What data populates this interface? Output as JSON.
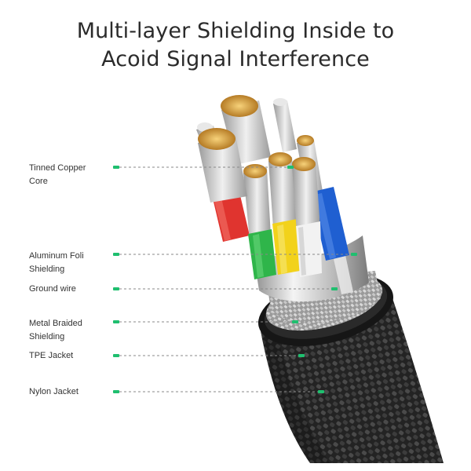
{
  "title": {
    "line1": "Multi-layer Shielding Inside to",
    "line2": "Acoid Signal Interference"
  },
  "labels": [
    {
      "id": "tinned-copper-core",
      "lines": [
        "Tinned Copper",
        "Core"
      ]
    },
    {
      "id": "aluminum-foil-shielding",
      "lines": [
        "Aluminum Foli",
        "Shielding"
      ]
    },
    {
      "id": "ground-wire",
      "lines": [
        "Ground wire"
      ]
    },
    {
      "id": "metal-braided-shielding",
      "lines": [
        "Metal Braided",
        "Shielding"
      ]
    },
    {
      "id": "tpe-jacket",
      "lines": [
        "TPE Jacket"
      ]
    },
    {
      "id": "nylon-jacket",
      "lines": [
        "Nylon Jacket"
      ]
    }
  ],
  "colors": {
    "accent": "#1fbf6f",
    "wire_red": "#e0342f",
    "wire_blue": "#1f5fd1",
    "wire_green": "#2fb54a",
    "wire_yellow": "#f2d21b",
    "wire_white": "#f2f2f2",
    "copper": "#e0a94a",
    "jacket": "#1e1e1e"
  }
}
